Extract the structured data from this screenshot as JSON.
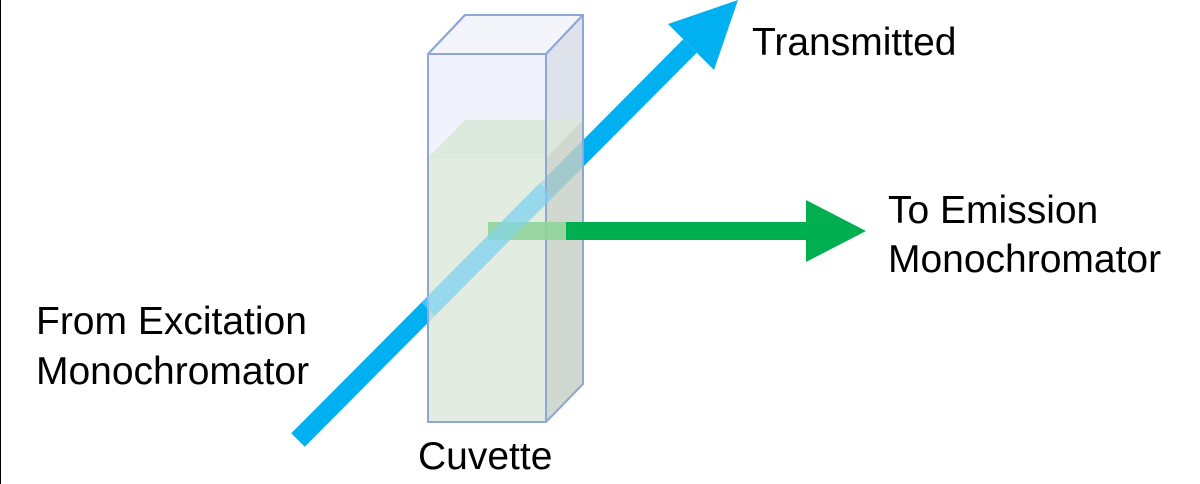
{
  "labels": {
    "transmitted": "Transmitted",
    "emission_line1": "To Emission",
    "emission_line2": "Monochromator",
    "excitation_line1": "From Excitation",
    "excitation_line2": "Monochromator",
    "cuvette": "Cuvette"
  },
  "colors": {
    "excitation_beam": "#00B0F0",
    "emission_beam": "#00B050",
    "cuvette_edge": "#8EA7D6",
    "solution": "#D9E6D6",
    "cuvette_glass": "#EEF2FA",
    "cuvette_side": "#D2D8E2",
    "background": "#FFFFFF"
  }
}
